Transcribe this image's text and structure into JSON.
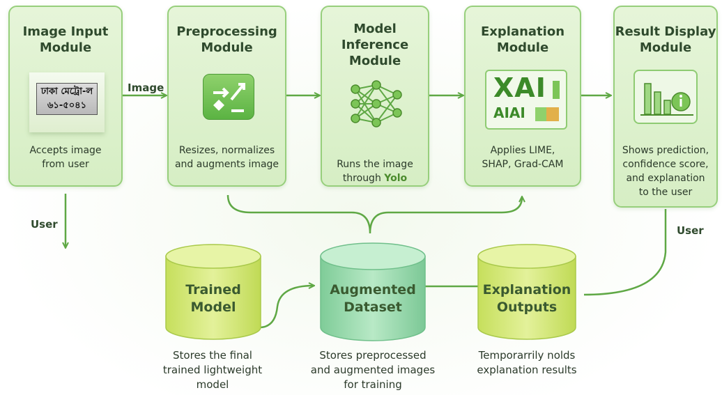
{
  "modules": [
    {
      "id": "image-input",
      "title": "Image Input\nModule",
      "desc": "Accepts image\nfrom user",
      "plate_text": "ঢাকা মেট্রো-ল\n৬১-৫০৪১"
    },
    {
      "id": "preprocessing",
      "title": "Preprocessing\nModule",
      "desc": "Resizes, normalizes\nand augments image"
    },
    {
      "id": "model-inference",
      "title": "Model\nInference\nModule",
      "desc_prefix": "Runs the image\nthrough ",
      "desc_highlight": "Yolo"
    },
    {
      "id": "explanation",
      "title": "Explanation\nModule",
      "desc": "Applies LIME,\nSHAP, Grad-CAM",
      "icon_text_big": "XAI",
      "icon_text_small": "AIAI"
    },
    {
      "id": "result-display",
      "title": "Result Display\nModule",
      "desc": "Shows prediction,\nconfidence score,\nand explanation\nto the user"
    }
  ],
  "stores": [
    {
      "id": "trained-model",
      "label": "Trained\nModel",
      "desc": "Stores the final\ntrained lightweight\nmodel"
    },
    {
      "id": "augmented-dataset",
      "label": "Augmented\nDataset",
      "desc": "Stores preprocessed\nand augmented images\nfor training"
    },
    {
      "id": "explanation-outputs",
      "label": "Explanation\nOutputs",
      "desc": "Temporarrily nolds\nexplanation results"
    }
  ],
  "edge_labels": {
    "image": "Image",
    "user_left": "User",
    "user_right": "User"
  },
  "colors": {
    "accent": "#4a8b2c",
    "card_border": "#97cf7c",
    "arrow": "#5fa845",
    "cylinder_yellow": "#d9ec86",
    "cylinder_green": "#9fdbb5"
  }
}
